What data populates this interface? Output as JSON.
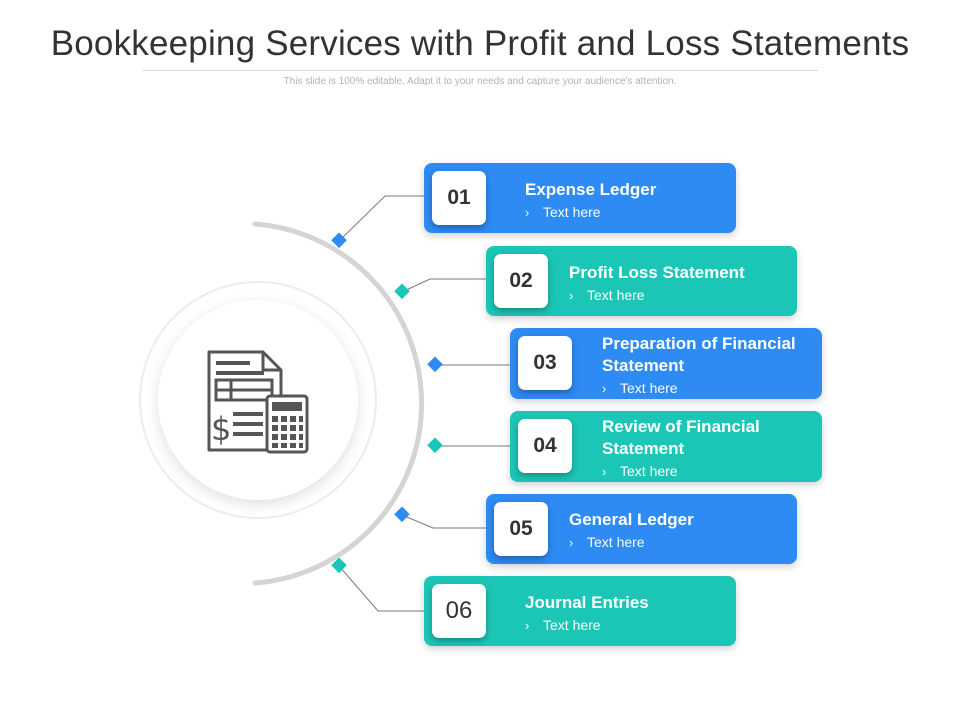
{
  "slide": {
    "title": "Bookkeeping Services with Profit and Loss Statements",
    "subtitle": "This slide is 100% editable. Adapt it to your needs and capture your audience's attention."
  },
  "center_icon": "financial-document-calculator-icon",
  "colors": {
    "blue": "#2e8bf3",
    "teal": "#1cc6b6",
    "arc": "#d4d4d4"
  },
  "items": [
    {
      "number": "01",
      "title": "Expense Ledger",
      "text": "Text here",
      "color": "blue"
    },
    {
      "number": "02",
      "title": "Profit Loss Statement",
      "text": "Text here",
      "color": "teal"
    },
    {
      "number": "03",
      "title": "Preparation of Financial Statement",
      "text": "Text here",
      "color": "blue"
    },
    {
      "number": "04",
      "title": "Review of Financial Statement",
      "text": "Text here",
      "color": "teal"
    },
    {
      "number": "05",
      "title": "General Ledger",
      "text": "Text here",
      "color": "blue"
    },
    {
      "number": "06",
      "title": "Journal Entries",
      "text": "Text here",
      "color": "teal"
    }
  ]
}
